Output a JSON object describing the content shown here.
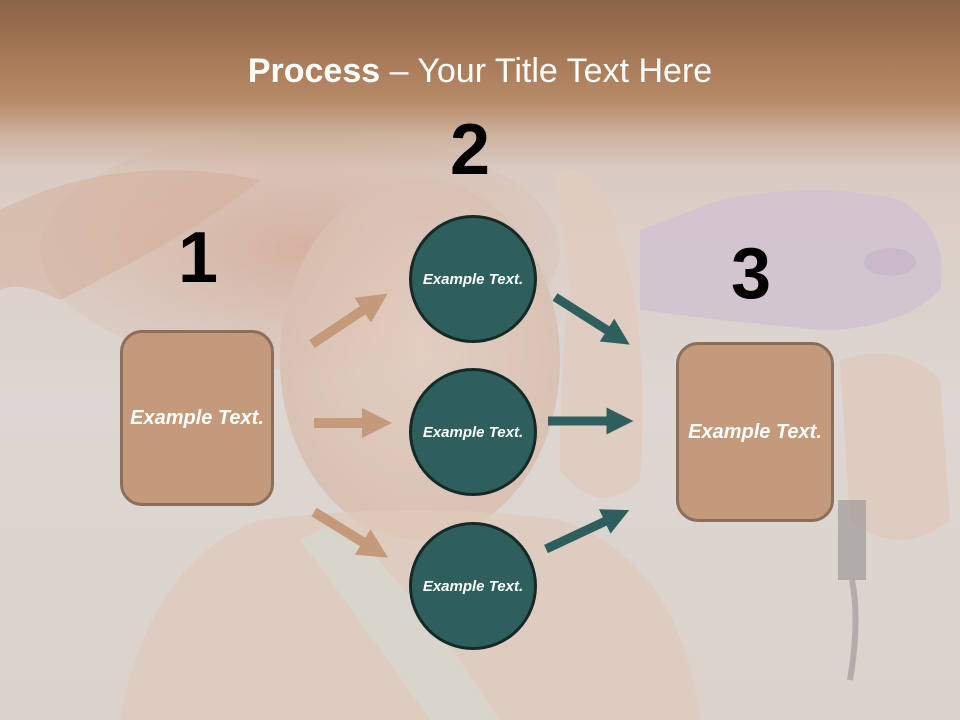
{
  "slide": {
    "title_strong": "Process",
    "title_rest": " – Your Title Text Here",
    "colors": {
      "box_fill": "#c49a7a",
      "box_border": "#8b6e5c",
      "circle_fill": "#2f5f5d",
      "circle_border": "#152a28",
      "arrow_left": "#c49a7a",
      "arrow_right": "#2f5f5d",
      "header": "#a87a58"
    }
  },
  "steps": {
    "step1": {
      "number": "1",
      "text": "Example Text."
    },
    "step2": {
      "number": "2",
      "circles": [
        {
          "text": "Example Text."
        },
        {
          "text": "Example Text."
        },
        {
          "text": "Example Text."
        }
      ]
    },
    "step3": {
      "number": "3",
      "text": "Example Text."
    }
  }
}
